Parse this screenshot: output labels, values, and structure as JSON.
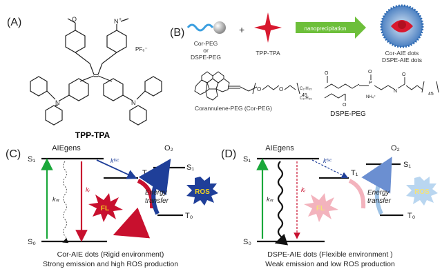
{
  "panelA": {
    "letter": "(A)",
    "counterion": "PF₆⁻",
    "name": "TPP-TPA"
  },
  "panelB": {
    "letter": "(B)",
    "polymer_line1": "Cor-PEG",
    "polymer_or": "or",
    "polymer_line2": "DSPE-PEG",
    "plus": "+",
    "tpp_label": "TPP-TPA",
    "arrow_label": "nanoprecipitation",
    "dots_line1": "Cor-AIE dots",
    "dots_line2": "DSPE-AIE dots",
    "corannulene_label": "Corannulene-PEG (Cor-PEG)",
    "dspe_label": "DSPE-PEG",
    "n45_a": "45",
    "n45_b": "45",
    "c17a": "C₁₇H₃₅",
    "c17b": "C₁₇H₃₅",
    "nh4": "NH₄⁺"
  },
  "panelC": {
    "letter": "(C)",
    "aiegens": "AIEgens",
    "o2": "O₂",
    "s1": "S₁",
    "s0": "S₀",
    "t1": "T₁",
    "t0": "T₀",
    "s1_o2": "S₁",
    "knr": "kₙᵣ",
    "kr": "kᵣ",
    "kisc": "kᴵˢᶜ",
    "fl": "FL",
    "ros": "ROS",
    "energy_transfer_1": "Energy",
    "energy_transfer_2": "transfer",
    "caption1": "Cor-AIE dots (Rigid environment)",
    "caption2": "Strong emission and high ROS production"
  },
  "panelD": {
    "letter": "(D)",
    "aiegens": "AIEgens",
    "o2": "O₂",
    "s1": "S₁",
    "s0": "S₀",
    "t1": "T₁",
    "t0": "T₀",
    "s1_o2": "S₁",
    "knr": "kₙᵣ",
    "kr": "kᵣ",
    "kisc": "kᴵˢᶜ",
    "fl": "FL",
    "ros": "ROS",
    "energy_transfer_1": "Energy",
    "energy_transfer_2": "transfer",
    "caption1": "DSPE-AIE dots (Flexible environment )",
    "caption2": "Weak emission and low ROS production"
  },
  "colors": {
    "green": "#1aa83a",
    "red": "#c8102e",
    "blue": "#1f3f99",
    "dark": "#111111",
    "pale_pink": "#f3b3bd",
    "pale_blue": "#9ec3e6",
    "arrow_green": "#6dbf3a"
  }
}
